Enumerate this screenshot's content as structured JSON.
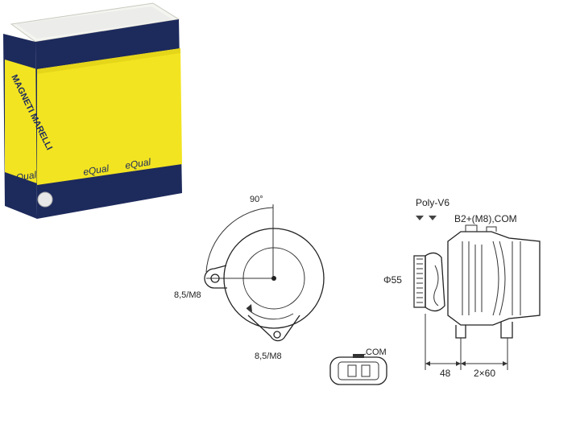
{
  "product_box": {
    "brand_logo_text": "MAGNETI MARELLI",
    "series_name": "eQual",
    "box_colors": {
      "yellow": "#f2e421",
      "navy": "#1d2a5c"
    }
  },
  "drawing": {
    "front_view": {
      "angle_label": "90°",
      "upper_mount_label": "8,5/M8",
      "lower_mount_label": "8,5/M8"
    },
    "side_view": {
      "pulley_label": "Poly-V6",
      "terminal_label": "B2+(M8),COM",
      "diameter_label": "Φ55",
      "dimension_left": "48",
      "dimension_right": "2×60"
    },
    "connector": {
      "label": "COM"
    }
  }
}
